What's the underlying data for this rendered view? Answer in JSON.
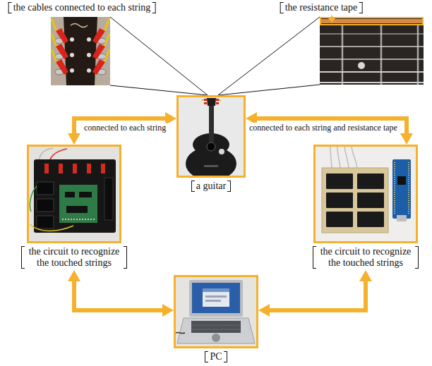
{
  "diagram": {
    "nodes": [
      {
        "text": [
          "the cables connected to each string"
        ]
      },
      {
        "text": [
          "the resistance tape"
        ]
      },
      {
        "text": [
          "a guitar"
        ]
      },
      {
        "text": [
          "the circuit to recognize the touched strings"
        ]
      },
      {
        "text": [
          "the circuit to recognize the touched strings"
        ]
      },
      {
        "text": [
          "PC"
        ]
      }
    ],
    "edges": [
      {
        "from": 2,
        "to": 3,
        "arrow": "both",
        "label": "connected to each string"
      },
      {
        "from": 2,
        "to": 4,
        "arrow": "both",
        "label": "connected to each string and resistance tape"
      },
      {
        "from": 3,
        "to": 5,
        "arrow": "both"
      },
      {
        "from": 4,
        "to": 5,
        "arrow": "both"
      },
      {
        "from": 0,
        "to": 2,
        "arrow": "none"
      },
      {
        "from": 1,
        "to": 2,
        "arrow": "none"
      }
    ]
  }
}
